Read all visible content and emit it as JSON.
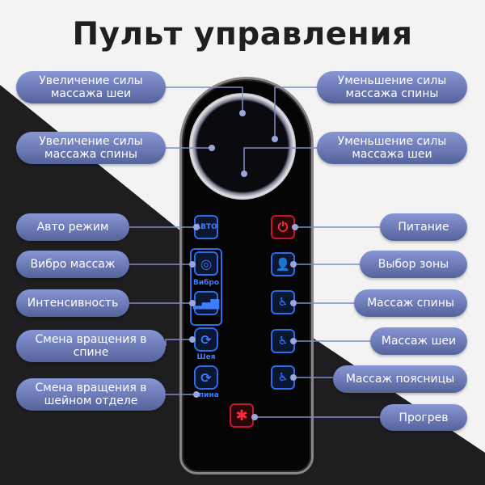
{
  "title": "Пульт управления",
  "colors": {
    "pill": "#6574b0",
    "button_blue": "#2d6be8",
    "button_red": "#c4162e"
  },
  "left_labels": [
    "Увеличение силы массажа шеи",
    "Увеличение силы массажа спины",
    "Авто режим",
    "Вибро массаж",
    "Интенсивность",
    "Смена вращения в спине",
    "Смена вращения в шейном отделе"
  ],
  "right_labels": [
    "Уменьшение силы массажа спины",
    "Уменьшение силы массажа шеи",
    "Питание",
    "Выбор зоны",
    "Массаж спины",
    "Массаж шеи",
    "Массаж поясницы",
    "Прогрев"
  ],
  "remote": {
    "auto": "АВТО",
    "vibro": "Вибро",
    "neck": "Шея",
    "back": "Спина"
  }
}
